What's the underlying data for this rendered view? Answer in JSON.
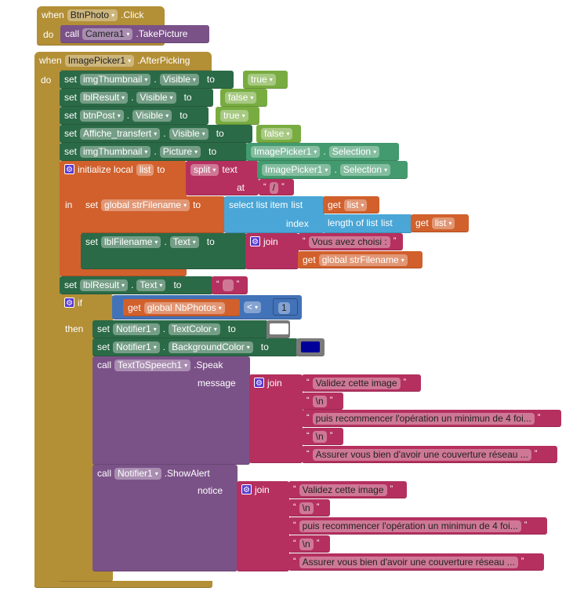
{
  "kw": {
    "when": "when",
    "do": "do",
    "call": "call",
    "set": "set",
    "to": "to",
    "dot": ".",
    "in": "in",
    "if": "if",
    "then": "then",
    "get": "get",
    "join": "join",
    "init_local": "initialize local",
    "split": "split",
    "text": "text",
    "at": "at",
    "select_list_item": "select list item",
    "list": "list",
    "index": "index",
    "length_of_list": "length of list",
    "message": "message",
    "notice": "notice",
    "open_quote": "“",
    "close_quote": "”",
    "dd": "▾",
    "gear": "⚙"
  },
  "event1": {
    "component": "BtnPhoto",
    "event": ".Click",
    "call_component": "Camera1",
    "method": ".TakePicture"
  },
  "event2": {
    "component": "ImagePicker1",
    "event": ".AfterPicking",
    "setters": [
      {
        "component": "imgThumbnail",
        "property": "Visible",
        "value": "true"
      },
      {
        "component": "lblResult",
        "property": "Visible",
        "value": "false"
      },
      {
        "component": "btnPost",
        "property": "Visible",
        "value": "true"
      },
      {
        "component": "Affiche_transfert",
        "property": "Visible",
        "value": "false"
      },
      {
        "component": "imgThumbnail",
        "property": "Picture",
        "value_component": "ImagePicker1",
        "value_property": "Selection"
      }
    ],
    "local": {
      "name": "list",
      "split_component": "ImagePicker1",
      "split_property": "Selection",
      "separator": "/",
      "global_var": "global strFilename",
      "list_var": "list",
      "label_component": "lblFilename",
      "label_property": "Text",
      "prefix": "Vous avez choisi  :"
    },
    "reset": {
      "component": "lblResult",
      "property": "Text",
      "value": ""
    },
    "if": {
      "var": "global NbPhotos",
      "op": "<",
      "number": "1",
      "text_color": {
        "component": "Notifier1",
        "property": "TextColor",
        "color": "#ffffff"
      },
      "bg_color": {
        "component": "Notifier1",
        "property": "BackgroundColor",
        "color": "#000099"
      },
      "speak": {
        "component": "TextToSpeech1",
        "method": ".Speak",
        "parts": [
          "Validez cette image",
          "\\n",
          "puis recommencer l'opération un minimun de 4 foi...",
          "\\n",
          "Assurer vous bien d'avoir une couverture réseau ..."
        ]
      },
      "alert": {
        "component": "Notifier1",
        "method": ".ShowAlert",
        "parts": [
          "Validez cette image",
          "\\n",
          "puis recommencer l'opération un minimun de 4 foi...",
          "\\n",
          "Assurer vous bien d'avoir une couverture réseau ..."
        ]
      }
    }
  }
}
